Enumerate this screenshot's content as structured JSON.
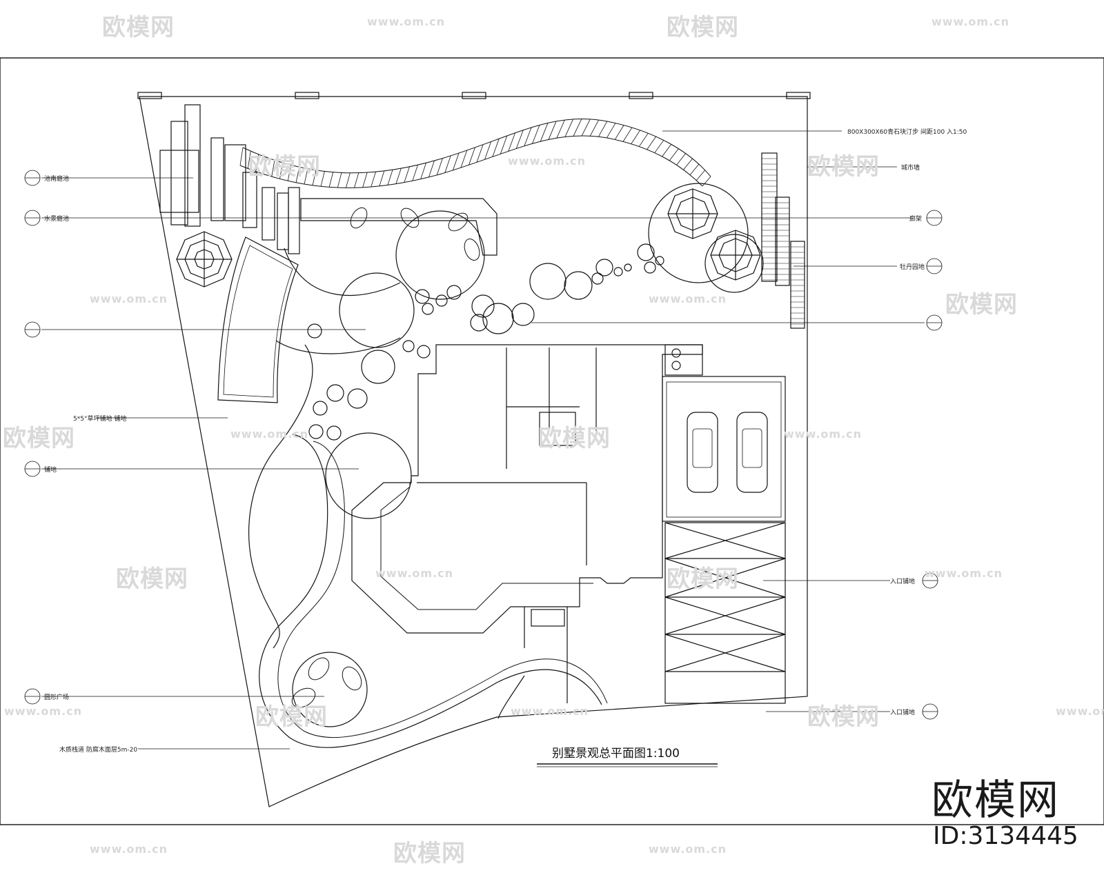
{
  "drawing": {
    "title": "别墅景观总平面图1:100",
    "labels": {
      "top_path": "800X300X60青石块汀步 间距100 入1:50",
      "wall_right": "城市墙",
      "pool_left_1": "池南庭池",
      "pool_left_2": "水景庭池",
      "pergola": "廊架",
      "right_mid": "牡丹园地",
      "lawn": "5*5°草坪铺地 铺地",
      "left_mid": "铺地",
      "entrance_1": "入口铺地",
      "round_plaza": "圆形广场",
      "entrance_2": "入口铺地",
      "bottom_path": "木质栈道 防腐木面层5m-20"
    }
  },
  "watermark": {
    "brand": "欧模网",
    "url": "www.om.cn"
  },
  "stamp": {
    "brand": "欧模网",
    "id": "ID:3134445"
  },
  "colors": {
    "line": "#111111",
    "watermark": "#d9d9d9",
    "background": "#ffffff"
  }
}
